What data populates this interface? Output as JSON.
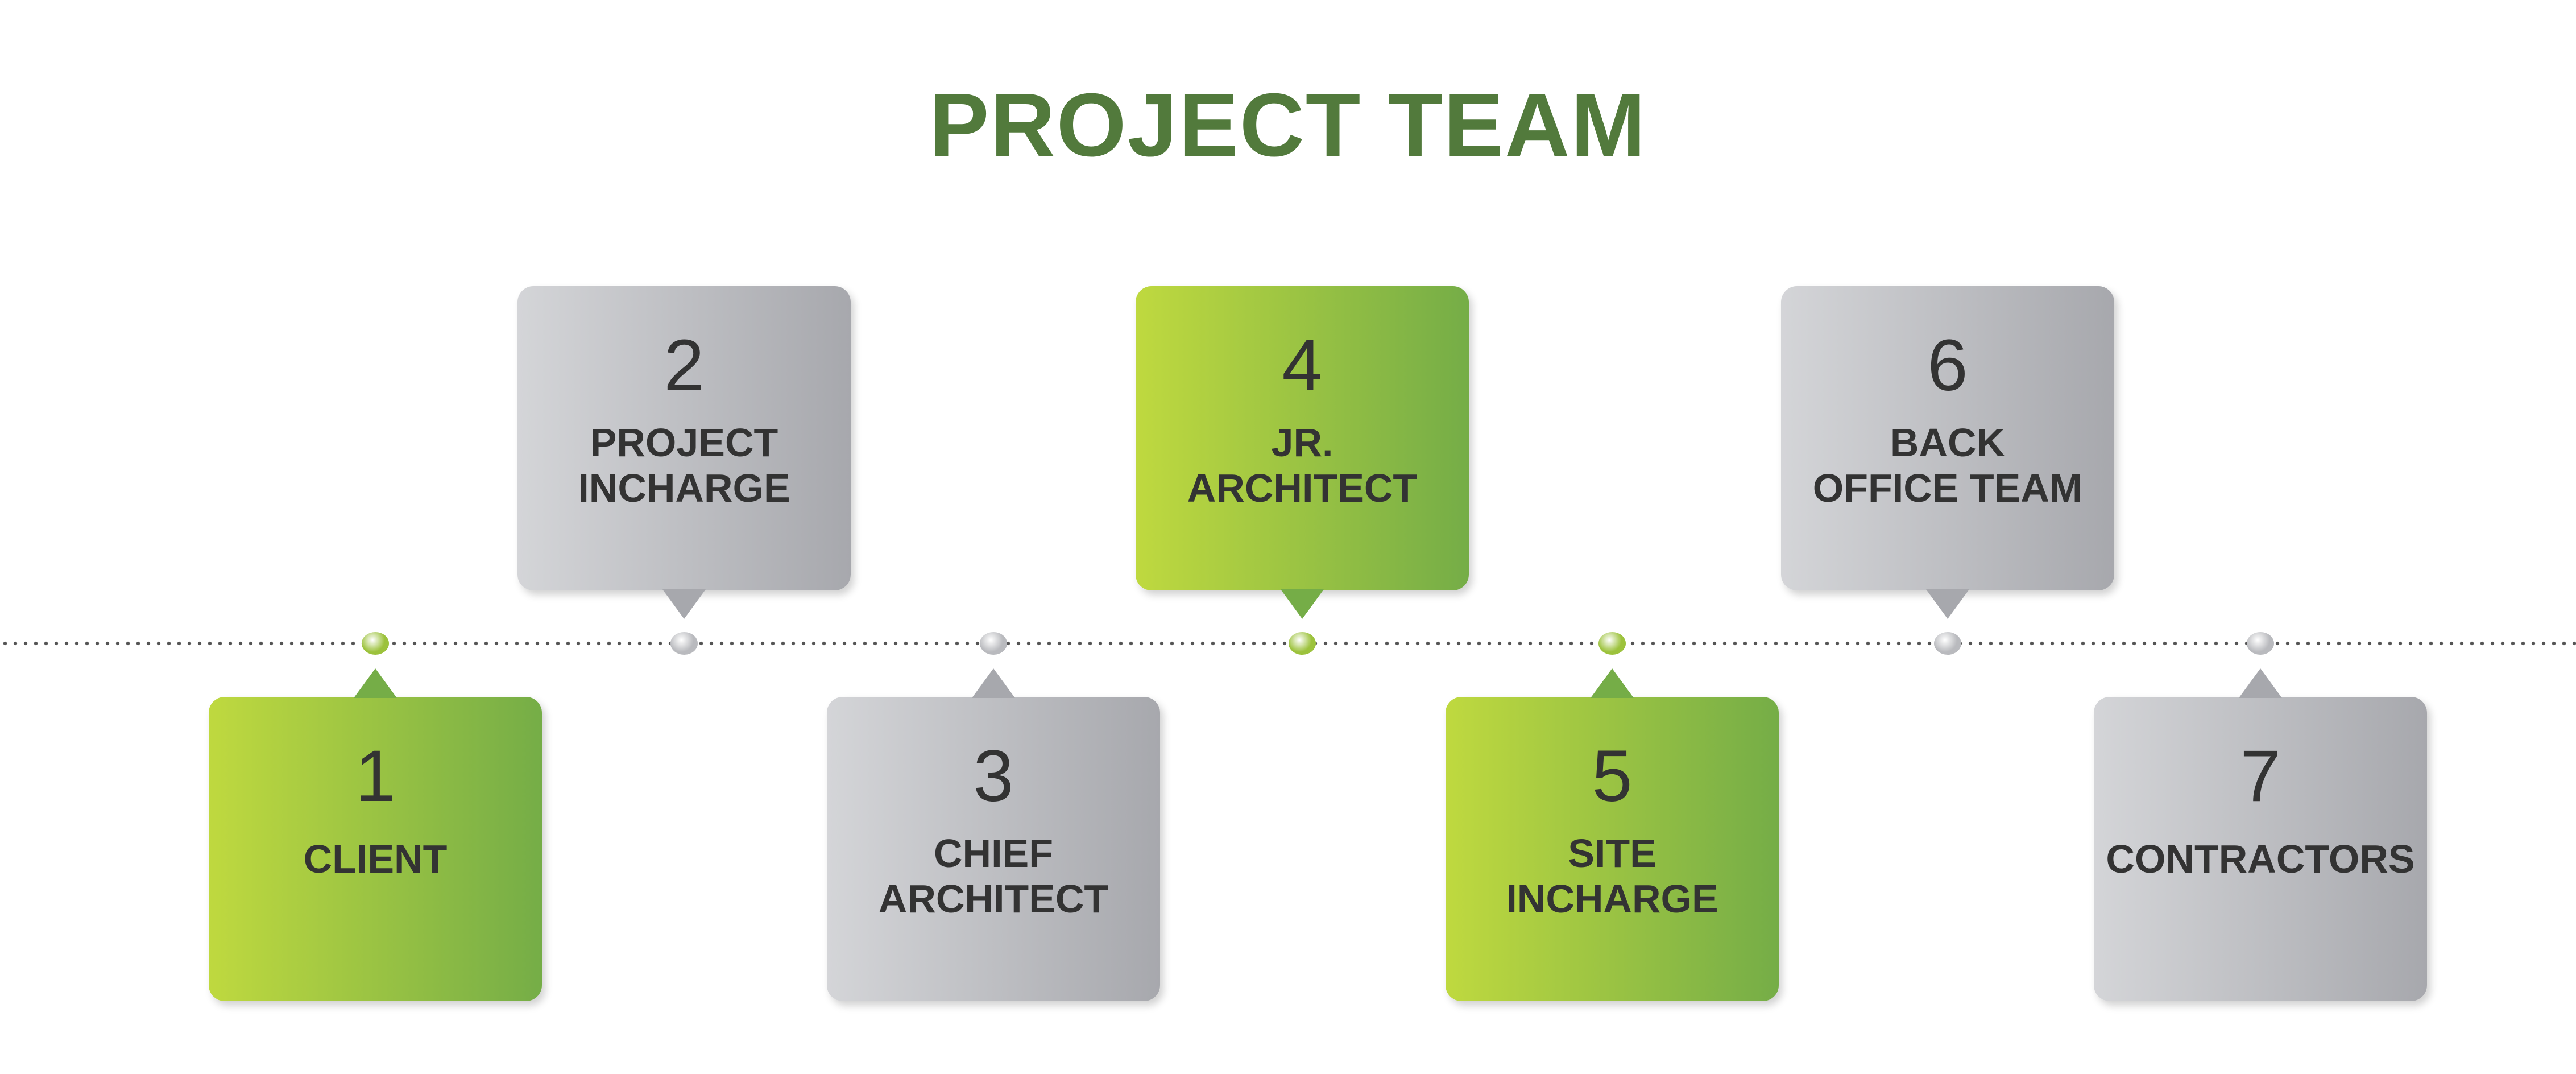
{
  "title": "PROJECT TEAM",
  "colors": {
    "title": "#527a3c",
    "green_start": "#bfd93f",
    "green_end": "#75ad47",
    "grey_start": "#d4d5d8",
    "grey_end": "#a7a8ad",
    "green_dot": "#9cc23c",
    "grey_dot": "#b9babe",
    "text": "#333333",
    "timeline": "#555555"
  },
  "team": [
    {
      "number": "1",
      "label": "CLIENT",
      "color": "green",
      "position": "below"
    },
    {
      "number": "2",
      "label": "PROJECT\nINCHARGE",
      "color": "grey",
      "position": "above"
    },
    {
      "number": "3",
      "label": "CHIEF\nARCHITECT",
      "color": "grey",
      "position": "below"
    },
    {
      "number": "4",
      "label": "JR.\nARCHITECT",
      "color": "green",
      "position": "above"
    },
    {
      "number": "5",
      "label": "SITE\nINCHARGE",
      "color": "green",
      "position": "below"
    },
    {
      "number": "6",
      "label": "BACK\nOFFICE TEAM",
      "color": "grey",
      "position": "above"
    },
    {
      "number": "7",
      "label": "CONTRACTORS",
      "color": "grey",
      "position": "below"
    }
  ]
}
